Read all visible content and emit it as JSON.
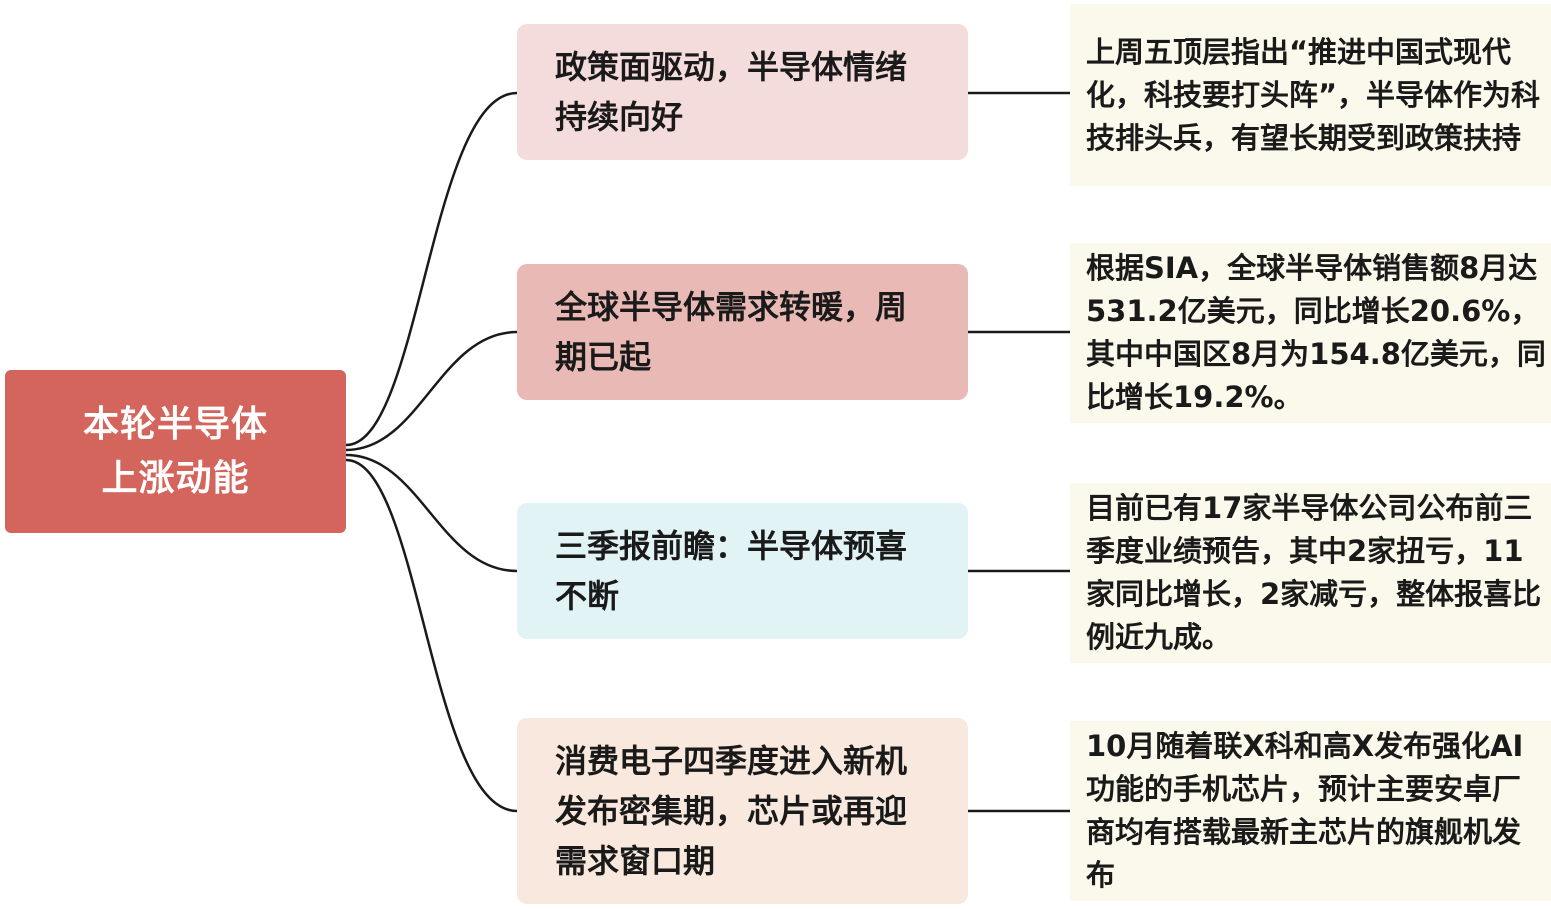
{
  "root": {
    "text": "本轮半导体上涨动能",
    "color": "#d4655d"
  },
  "branches": [
    {
      "text": "政策面驱动，半导体情绪持续向好",
      "color": "#f5dcdc",
      "detail": "上周五顶层指出“推进中国式现代化，科技要打头阵”，半导体作为科技排头兵，有望长期受到政策扶持"
    },
    {
      "text": "全球半导体需求转暖，周期已起",
      "color": "#e9b9b5",
      "detail": "根据SIA，全球半导体销售额8月达531.2亿美元，同比增长20.6%，其中中国区8月为154.8亿美元，同比增长19.2%。"
    },
    {
      "text": "三季报前瞻：半导体预喜不断",
      "color": "#e1f3f5",
      "detail": "目前已有17家半导体公司公布前三季度业绩预告，其中2家扭亏，11家同比增长，2家减亏，整体报喜比例近九成。"
    },
    {
      "text": "消费电子四季度进入新机发布密集期，芯片或再迎需求窗口期",
      "color": "#f8e8dd",
      "detail": "10月随着联X科和高X发布强化AI功能的手机芯片，预计主要安卓厂商均有搭载最新主芯片的旗舰机发布"
    }
  ],
  "detail_box_color": "#fbf9ec"
}
